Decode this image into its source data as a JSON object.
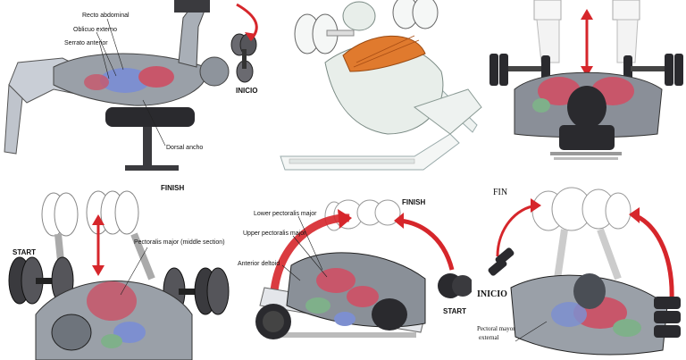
{
  "panels": [
    {
      "id": "decline-pullover",
      "labels": {
        "recto_abdominal": "Recto abdominal",
        "oblicuo_externo": "Oblicuo externo",
        "serrato_anterior": "Serrato anterior",
        "dorsal_ancho": "Dorsal ancho",
        "inicio": "INICIO"
      }
    },
    {
      "id": "incline-press"
    },
    {
      "id": "overhead-bench-press"
    },
    {
      "id": "flat-dumbbell-press",
      "labels": {
        "start": "START",
        "finish": "FINISH",
        "pectoralis_major_middle": "Pectoralis major (middle section)"
      }
    },
    {
      "id": "decline-flye",
      "labels": {
        "lower_pectoralis": "Lower pectoralis major",
        "upper_pectoralis": "Upper pectoralis major",
        "anterior_deltoid": "Anterior deltoid",
        "finish": "FINISH",
        "start": "START"
      }
    },
    {
      "id": "flat-flye",
      "labels": {
        "fin": "FIN",
        "inicio": "INICIO",
        "pectoral_mayor_line1": "Pectoral mayor",
        "pectoral_mayor_line2": "external"
      }
    }
  ],
  "colors": {
    "arrow_red": "#d6262b",
    "muscle_orange": "#e07a2e",
    "muscle_red": "#c8566a",
    "muscle_blue": "#7d8fd0",
    "muscle_green": "#7fb08a",
    "skin_grey": "#9aa0a8",
    "dark": "#2a2a2e"
  }
}
